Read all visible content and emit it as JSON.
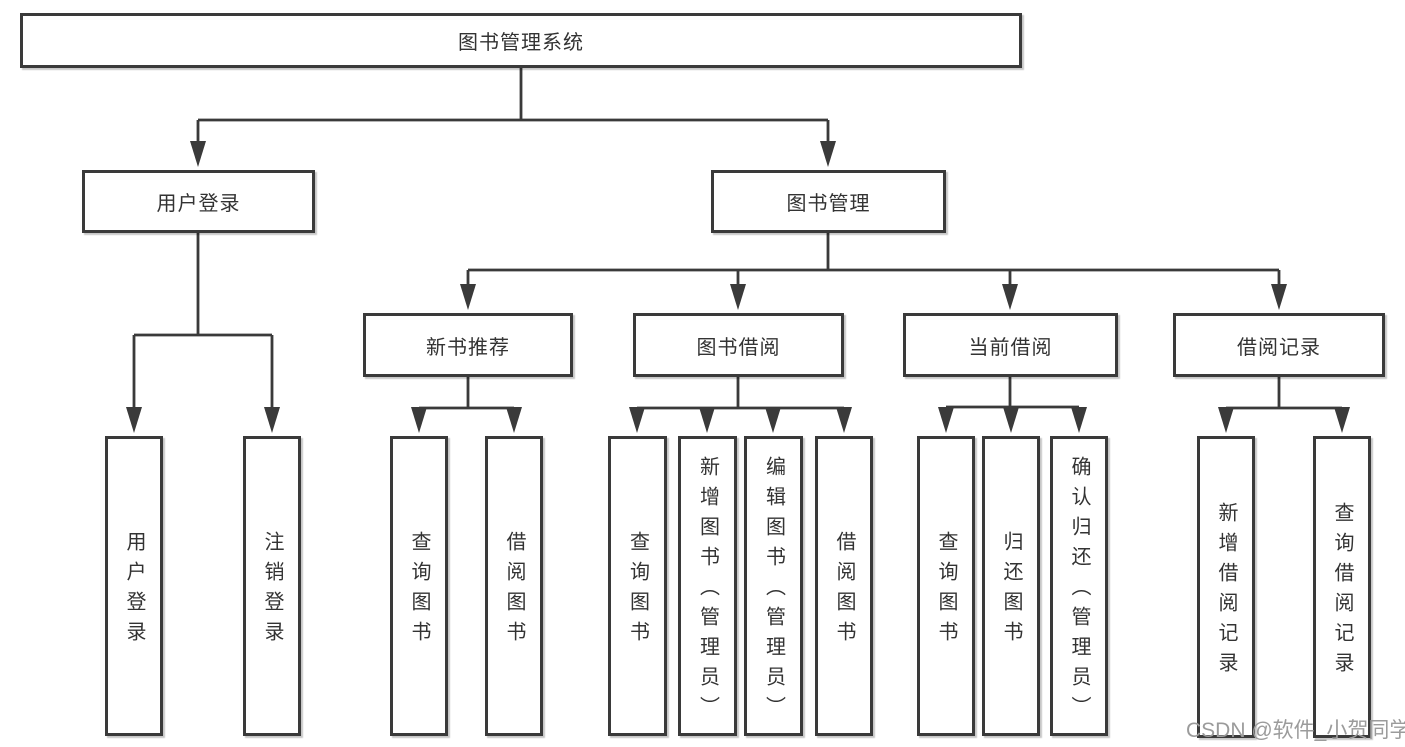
{
  "tree": {
    "label": "图书管理系统",
    "children": [
      {
        "label": "用户登录",
        "children": [
          {
            "label": "用户登录"
          },
          {
            "label": "注销登录"
          }
        ]
      },
      {
        "label": "图书管理",
        "children": [
          {
            "label": "新书推荐",
            "children": [
              {
                "label": "查询图书"
              },
              {
                "label": "借阅图书"
              }
            ]
          },
          {
            "label": "图书借阅",
            "children": [
              {
                "label": "查询图书"
              },
              {
                "label": "新增图书（管理员）"
              },
              {
                "label": "编辑图书（管理员）"
              },
              {
                "label": "借阅图书"
              }
            ]
          },
          {
            "label": "当前借阅",
            "children": [
              {
                "label": "查询图书"
              },
              {
                "label": "归还图书"
              },
              {
                "label": "确认归还（管理员）"
              }
            ]
          },
          {
            "label": "借阅记录",
            "children": [
              {
                "label": "新增借阅记录"
              },
              {
                "label": "查询借阅记录"
              }
            ]
          }
        ]
      }
    ]
  },
  "watermark": {
    "text": "CSDN @软件_小贺同学"
  },
  "colors": {
    "line": "#3a3a3a",
    "box_border": "#3a3a3a",
    "text": "#333333",
    "watermark_text": "#9b9b9b",
    "background": "#ffffff"
  }
}
